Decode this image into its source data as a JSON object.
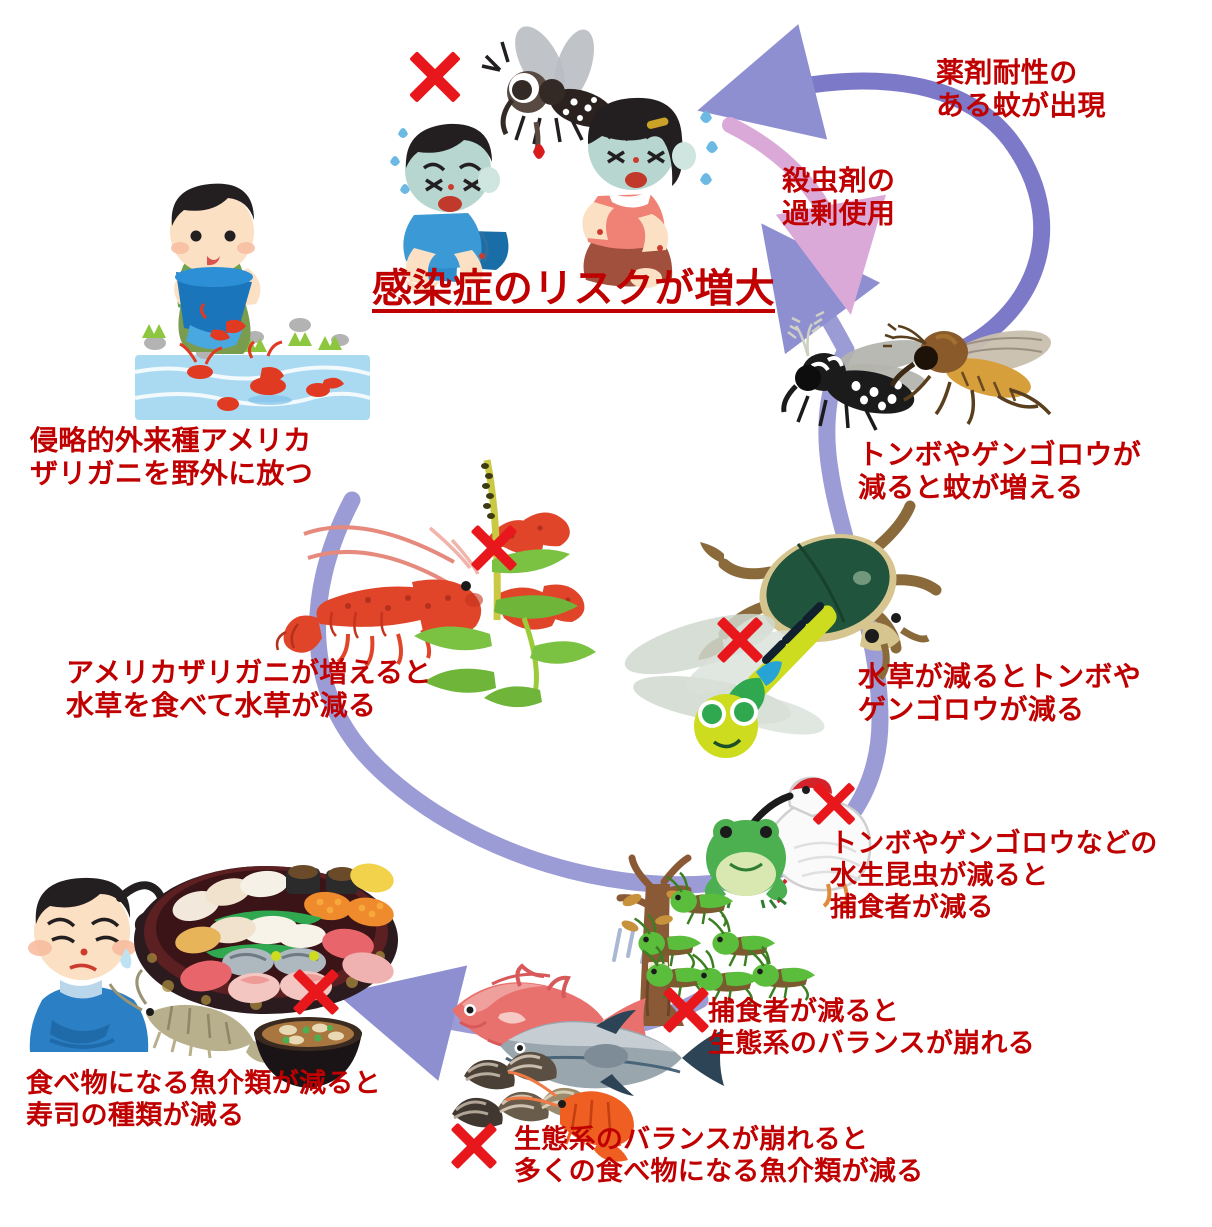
{
  "diagram": {
    "title": "アメリカザリガニ放流がもたらす生態系の連鎖",
    "accent_color": "#c00000",
    "arrow_color": "#8e8fd0",
    "arrow_color_secondary": "#d9a8d6",
    "x_mark_color": "#e8171b"
  },
  "headline": {
    "text": "感染症のリスクが増大"
  },
  "captions": [
    {
      "id": "release-crayfish",
      "text": "侵略的外来種アメリカ\nザリガニを野外に放つ"
    },
    {
      "id": "crayfish-eats-waterweed",
      "text": "アメリカザリガニが増えると\n水草を食べて水草が減る"
    },
    {
      "id": "waterweed-loss-insects",
      "text": "水草が減るとトンボや\nゲンゴロウが減る"
    },
    {
      "id": "insects-loss-predators",
      "text": "トンボやゲンゴロウなどの\n水生昆虫が減ると\n捕食者が減る"
    },
    {
      "id": "predators-loss-balance",
      "text": "捕食者が減ると\n生態系のバランスが崩れる"
    },
    {
      "id": "balance-loss-seafood",
      "text": "生態系のバランスが崩れると\n多くの食べ物になる魚介類が減る"
    },
    {
      "id": "seafood-loss-sushi",
      "text": "食べ物になる魚介類が減ると\n寿司の種類が減る"
    },
    {
      "id": "insects-loss-mosquitoes",
      "text": "トンボやゲンゴロウが\n減ると蚊が増える"
    },
    {
      "id": "pesticide-overuse",
      "text": "殺虫剤の\n過剰使用"
    },
    {
      "id": "resistant-mosquito",
      "text": "薬剤耐性の\nある蚊が出現"
    }
  ],
  "illustrations": [
    {
      "id": "boy-releasing-crayfish",
      "label": "バケツでアメリカザリガニを池に放す少年"
    },
    {
      "id": "sick-people-with-mosquito",
      "label": "蚊に刺されて体調を崩した男女"
    },
    {
      "id": "mosquito-pair",
      "label": "ヒトスジシマカとアカイエカ"
    },
    {
      "id": "crayfish-and-waterweed",
      "label": "アメリカザリガニと水草"
    },
    {
      "id": "diving-beetle-and-dragonfly",
      "label": "ゲンゴロウとトンボ"
    },
    {
      "id": "frog-and-ibis",
      "label": "カエルとトキ"
    },
    {
      "id": "grasshoppers-on-bare-tree",
      "label": "枯れ木に群がるバッタ"
    },
    {
      "id": "fish-and-shellfish",
      "label": "タイ・サバ・貝・エビ"
    },
    {
      "id": "sad-boy-with-sushi",
      "label": "寿司と味噌汁と困った少年"
    }
  ],
  "x_marks": [
    {
      "id": "x-infection",
      "label": "感染症×"
    },
    {
      "id": "x-waterweed",
      "label": "水草×"
    },
    {
      "id": "x-dragonfly",
      "label": "トンボ×"
    },
    {
      "id": "x-ibis",
      "label": "トキ×"
    },
    {
      "id": "x-tree",
      "label": "枯れ木×"
    },
    {
      "id": "x-shellfish",
      "label": "貝×"
    },
    {
      "id": "x-sushi",
      "label": "寿司×"
    }
  ]
}
